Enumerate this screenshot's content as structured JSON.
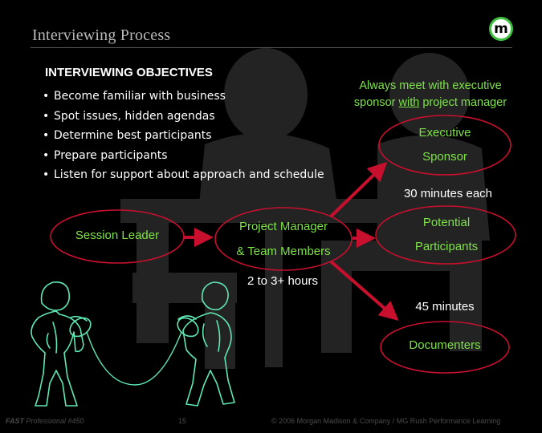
{
  "slide": {
    "title": "Interviewing Process",
    "logo_letter": "m"
  },
  "objectives": {
    "heading": "INTERVIEWING OBJECTIVES",
    "items": [
      "Become familiar with business",
      "Spot issues, hidden agendas",
      "Determine best participants",
      "Prepare participants",
      "Listen for support about approach and schedule"
    ]
  },
  "note": {
    "line1": "Always meet with executive",
    "line2_before": "sponsor ",
    "line2_underlined": "with",
    "line2_after": " project manager"
  },
  "nodes": {
    "session_leader": "Session Leader",
    "project_manager_line1": "Project Manager",
    "project_manager_line2": "& Team Members",
    "executive_line1": "Executive",
    "executive_line2": "Sponsor",
    "potential_line1": "Potential",
    "potential_line2": "Participants",
    "documenters": "Documenters"
  },
  "durations": {
    "project_manager": "2 to 3+ hours",
    "executive_and_participants": "30 minutes each",
    "documenters": "45 minutes"
  },
  "footer": {
    "brand_fast": "FAST",
    "brand_rest": " Professional #450",
    "page_number": "15",
    "copyright": "© 2006 Morgan Madison & Company / MG Rush Performance Learning"
  },
  "colors": {
    "background": "#000000",
    "ellipse_stroke": "#c8102e",
    "arrow": "#c8102e",
    "label_green": "#7de346",
    "figure_outline": "#5fe8b4",
    "bg_figure": "#2a2a2a"
  }
}
